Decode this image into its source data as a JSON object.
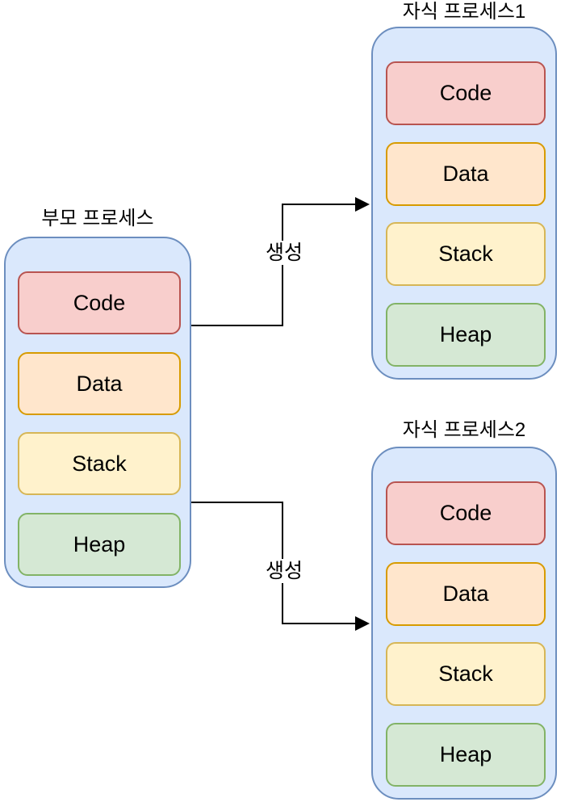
{
  "diagram": {
    "processes": [
      {
        "id": "parent",
        "title": "부모 프로세스",
        "blocks": [
          {
            "type": "code",
            "label": "Code"
          },
          {
            "type": "data",
            "label": "Data"
          },
          {
            "type": "stack",
            "label": "Stack"
          },
          {
            "type": "heap",
            "label": "Heap"
          }
        ]
      },
      {
        "id": "child1",
        "title": "자식 프로세스1",
        "blocks": [
          {
            "type": "code",
            "label": "Code"
          },
          {
            "type": "data",
            "label": "Data"
          },
          {
            "type": "stack",
            "label": "Stack"
          },
          {
            "type": "heap",
            "label": "Heap"
          }
        ]
      },
      {
        "id": "child2",
        "title": "자식 프로세스2",
        "blocks": [
          {
            "type": "code",
            "label": "Code"
          },
          {
            "type": "data",
            "label": "Data"
          },
          {
            "type": "stack",
            "label": "Stack"
          },
          {
            "type": "heap",
            "label": "Heap"
          }
        ]
      }
    ],
    "arrows": [
      {
        "label": "생성"
      },
      {
        "label": "생성"
      }
    ],
    "colors": {
      "process_fill": "#dae8fc",
      "process_stroke": "#6c8ebf",
      "code_fill": "#f8cecc",
      "code_stroke": "#b85450",
      "data_fill": "#ffe6cc",
      "data_stroke": "#d79b00",
      "stack_fill": "#fff2cc",
      "stack_stroke": "#d6b656",
      "heap_fill": "#d5e8d4",
      "heap_stroke": "#82b366",
      "arrow": "#000000"
    }
  }
}
